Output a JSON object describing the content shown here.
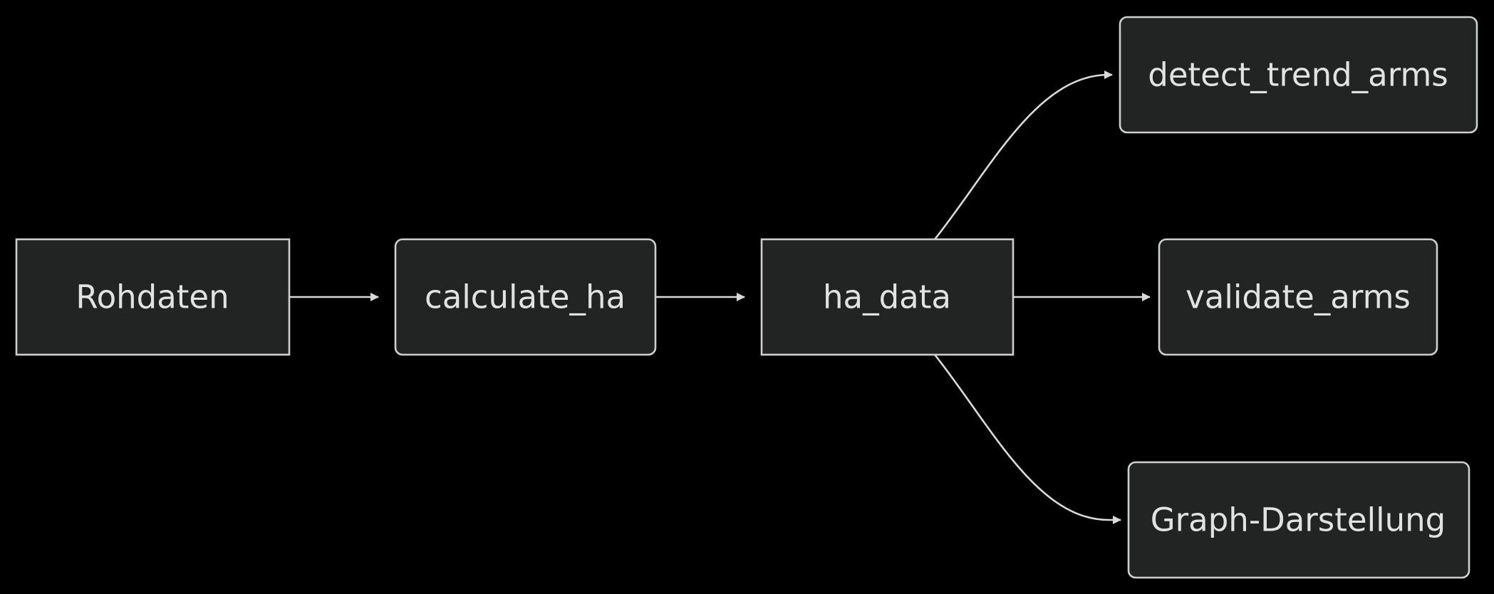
{
  "diagram": {
    "type": "flowchart",
    "direction": "left-to-right",
    "colors": {
      "background": "#000000",
      "node_fill": "#222423",
      "node_stroke": "#cfcfcf",
      "text": "#e2e2e2",
      "edge": "#d9d9d9"
    },
    "nodes": {
      "rohdaten": "Rohdaten",
      "calculate_ha": "calculate_ha",
      "ha_data": "ha_data",
      "detect_trend_arms": "detect_trend_arms",
      "validate_arms": "validate_arms",
      "graph_darstellung": "Graph-Darstellung"
    },
    "edges": [
      {
        "from": "Rohdaten",
        "to": "calculate_ha"
      },
      {
        "from": "calculate_ha",
        "to": "ha_data"
      },
      {
        "from": "ha_data",
        "to": "detect_trend_arms"
      },
      {
        "from": "ha_data",
        "to": "validate_arms"
      },
      {
        "from": "ha_data",
        "to": "Graph-Darstellung"
      }
    ]
  }
}
